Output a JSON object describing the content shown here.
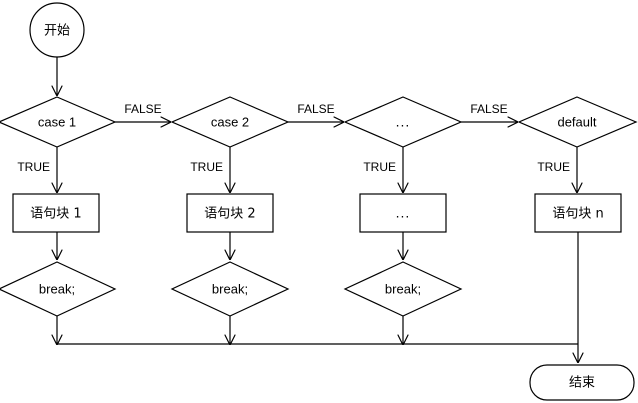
{
  "diagram": {
    "title": "switch-case flowchart",
    "colors": {
      "stroke": "#000000",
      "fill": "#ffffff",
      "text": "#000000"
    },
    "start_node": {
      "label": "开始",
      "shape": "circle"
    },
    "end_node": {
      "label": "结束",
      "shape": "rounded-rectangle"
    },
    "branches": [
      {
        "condition_label": "case 1",
        "true_label": "TRUE",
        "false_label": "FALSE",
        "statement_label": "语句块 1",
        "break_label": "break;",
        "has_break": true
      },
      {
        "condition_label": "case 2",
        "true_label": "TRUE",
        "false_label": "FALSE",
        "statement_label": "语句块 2",
        "break_label": "break;",
        "has_break": true
      },
      {
        "condition_label": "...",
        "true_label": "TRUE",
        "false_label": "FALSE",
        "statement_label": "...",
        "break_label": "break;",
        "has_break": true
      },
      {
        "condition_label": "default",
        "true_label": "TRUE",
        "false_label": "",
        "statement_label": "语句块 n",
        "break_label": "",
        "has_break": false
      }
    ]
  }
}
